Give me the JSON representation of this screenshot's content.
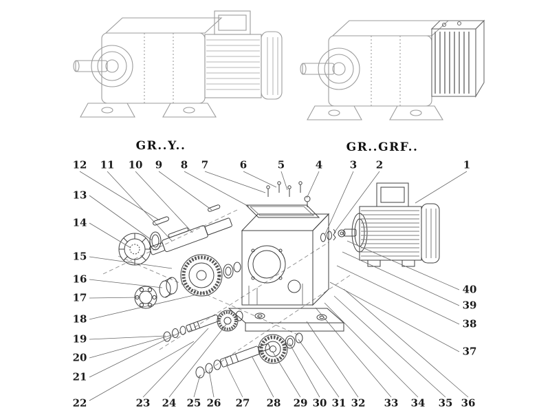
{
  "models": {
    "left": "GR..Y..",
    "right": "GR..GRF.."
  },
  "callouts": {
    "top": [
      "12",
      "11",
      "10",
      "9",
      "8",
      "7",
      "6",
      "5",
      "4",
      "3",
      "2",
      "1"
    ],
    "left": [
      "13",
      "14",
      "15",
      "16",
      "17",
      "18",
      "19",
      "20",
      "21",
      "22"
    ],
    "bottom": [
      "23",
      "24",
      "25",
      "26",
      "27",
      "28",
      "29",
      "30",
      "31",
      "32",
      "33",
      "34",
      "35",
      "36"
    ],
    "right": [
      "40",
      "39",
      "38",
      "37"
    ]
  },
  "colors": {
    "assembled_line": "#9b9b9b",
    "exploded_line": "#3d3d3d",
    "leader_line": "#666666",
    "text": "#1c1c1c"
  }
}
